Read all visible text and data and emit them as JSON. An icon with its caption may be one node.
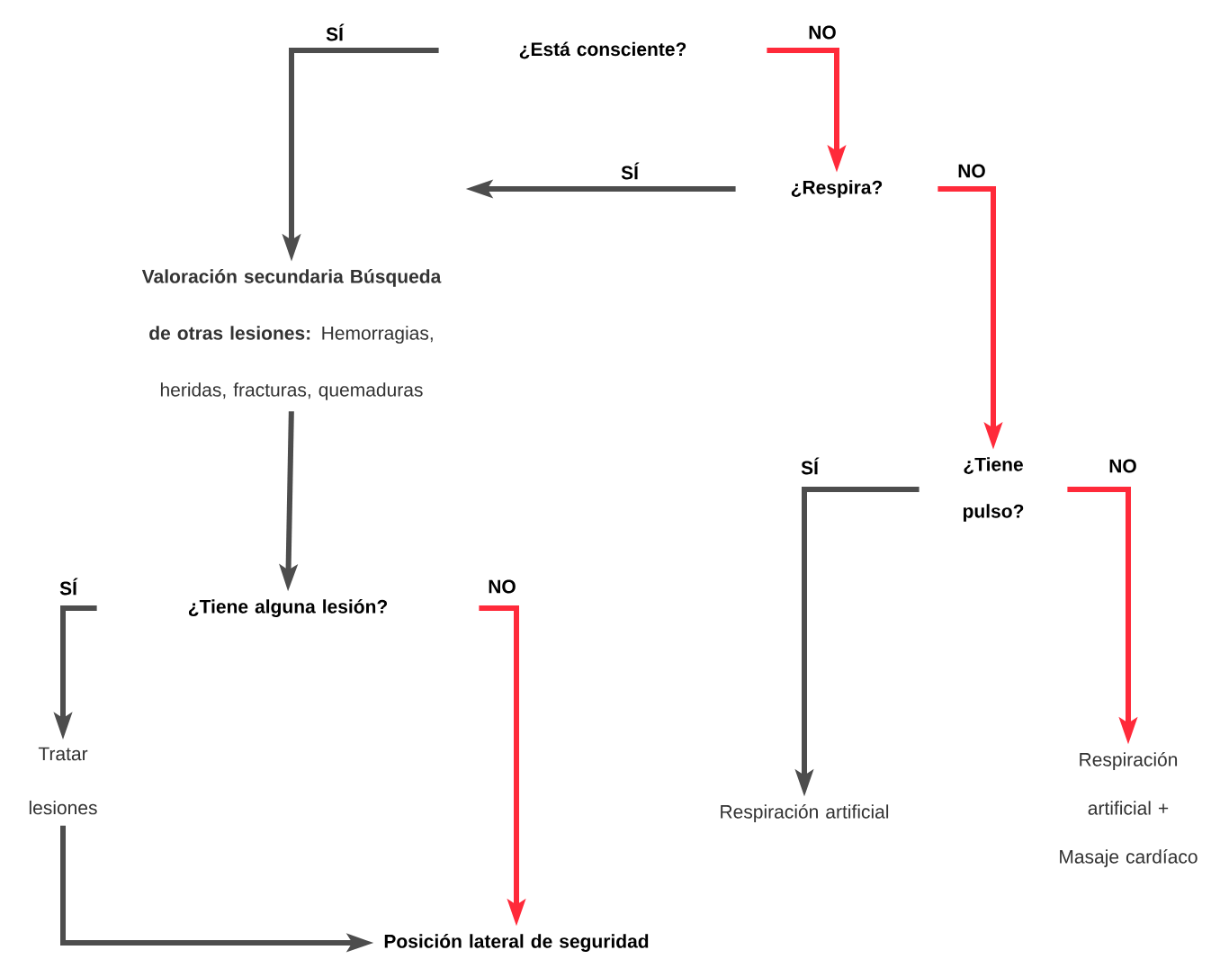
{
  "diagram": {
    "nodes": [
      {
        "text": [
          "¿Está consciente?"
        ]
      },
      {
        "text": [
          "¿Respira?"
        ]
      },
      {
        "text": [
          "**Valoración secundaria Búsqueda de otras lesiones:** Hemorragias, heridas, fracturas, quemaduras"
        ]
      },
      {
        "text": [
          "¿Tiene pulso?"
        ]
      },
      {
        "text": [
          "¿Tiene alguna lesión?"
        ]
      },
      {
        "text": [
          "Tratar lesiones"
        ]
      },
      {
        "text": [
          "Posición lateral de seguridad"
        ]
      },
      {
        "text": [
          "Respiración artificial"
        ]
      },
      {
        "text": [
          "Respiración artificial + Masaje cardíaco"
        ]
      }
    ],
    "edges": [
      {
        "from": 0,
        "to": 2,
        "arrow": "to",
        "label": "SÍ"
      },
      {
        "from": 0,
        "to": 1,
        "arrow": "to",
        "label": "NO",
        "color": "#ff2a3a"
      },
      {
        "from": 1,
        "to": 2,
        "arrow": "to",
        "label": "SÍ"
      },
      {
        "from": 1,
        "to": 3,
        "arrow": "to",
        "label": "NO",
        "color": "#ff2a3a"
      },
      {
        "from": 3,
        "to": 7,
        "arrow": "to",
        "label": "SÍ"
      },
      {
        "from": 3,
        "to": 8,
        "arrow": "to",
        "label": "NO",
        "color": "#ff2a3a"
      },
      {
        "from": 2,
        "to": 4,
        "arrow": "to"
      },
      {
        "from": 4,
        "to": 5,
        "arrow": "to",
        "label": "SÍ"
      },
      {
        "from": 4,
        "to": 6,
        "arrow": "to",
        "label": "NO",
        "color": "#ff2a3a"
      },
      {
        "from": 5,
        "to": 6,
        "arrow": "to"
      }
    ]
  }
}
